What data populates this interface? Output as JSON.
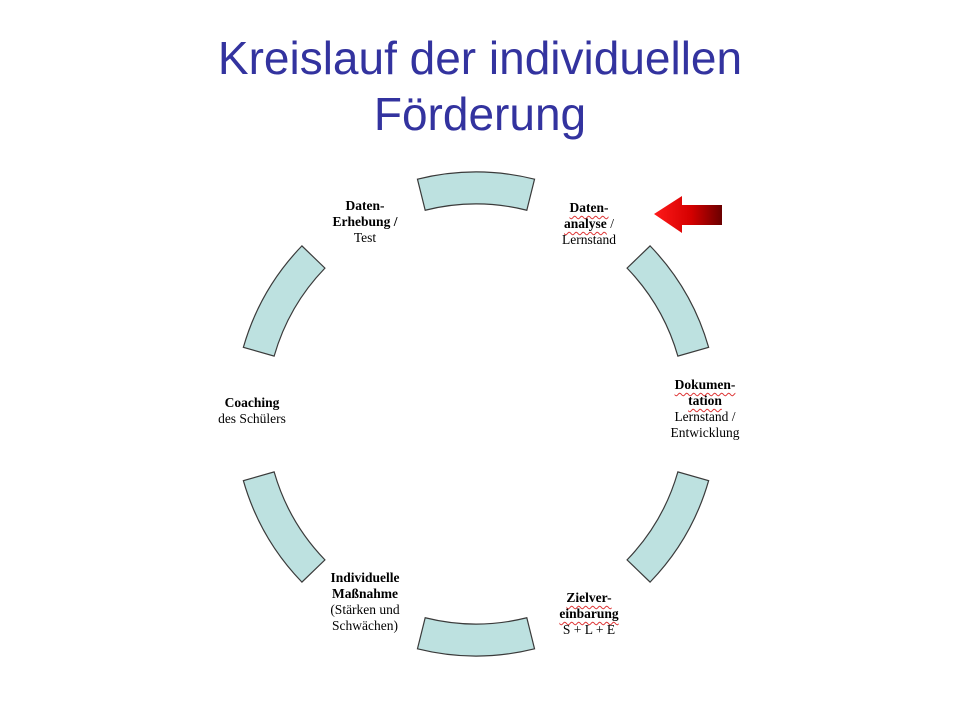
{
  "title": {
    "line1": "Kreislauf der individuellen",
    "line2": "Förderung"
  },
  "colors": {
    "title": "#33339f",
    "segment_fill": "#bde1e0",
    "segment_stroke": "#3a3a3a",
    "arrow": "#e00000"
  },
  "icons": [
    "left-arrow-icon"
  ],
  "labels": {
    "datenerhebung": {
      "line1": "Daten-",
      "line2": "Erhebung /",
      "line3": "Test"
    },
    "datenanalyse": {
      "line1": "Daten-",
      "line2a": "analyse",
      "line2b": " /",
      "line3": "Lernstand"
    },
    "dokumentation": {
      "line1": "Dokumen-",
      "line2": "tation",
      "line3": "Lernstand /",
      "line4": "Entwicklung"
    },
    "zielvereinbarung": {
      "line1": "Zielver-",
      "line2": "einbarung",
      "line3": "S + L + E"
    },
    "massnahme": {
      "line1": "Individuelle",
      "line2": "Maßnahme",
      "line3": "(Stärken und",
      "line4": "Schwächen)"
    },
    "coaching": {
      "line1": "Coaching",
      "line2": "des Schülers"
    }
  }
}
